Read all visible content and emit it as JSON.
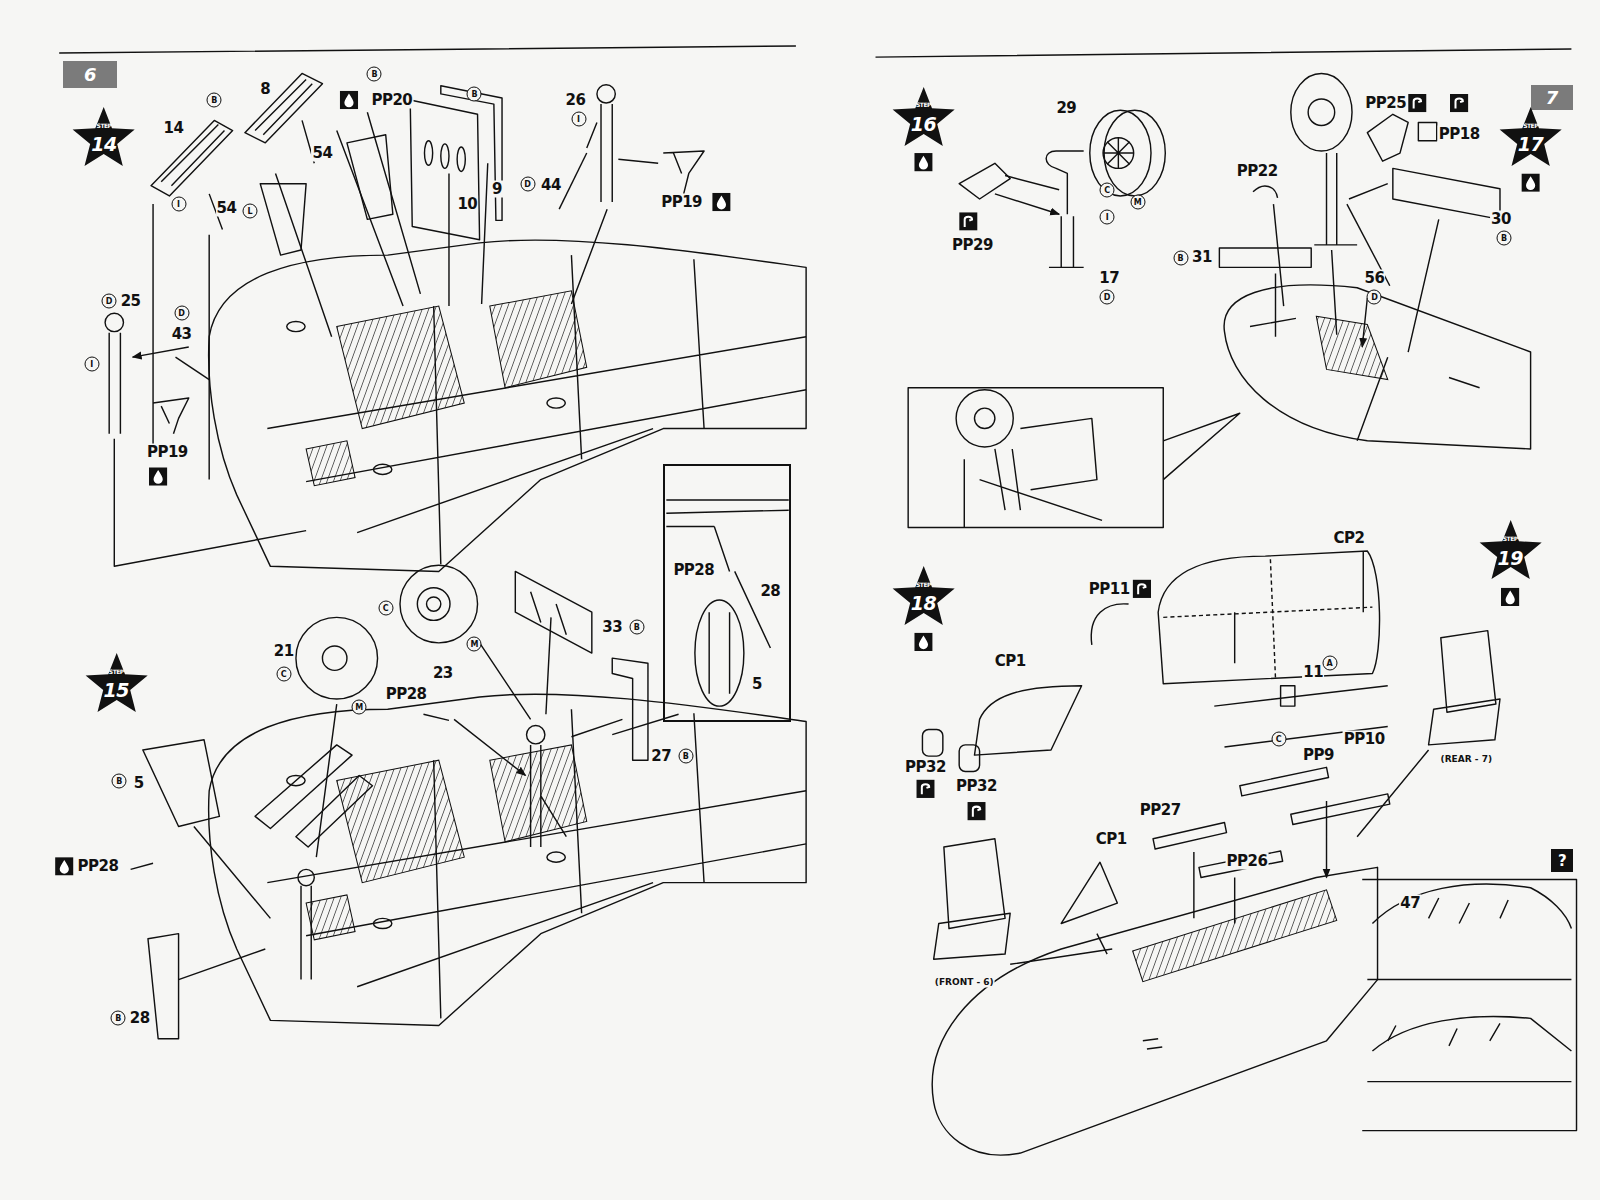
{
  "diagram": {
    "nodes": [
      {
        "text": [
          "6"
        ]
      },
      {
        "text": [
          "STEP",
          "14"
        ]
      },
      {
        "text": [
          "STEP",
          "15"
        ]
      },
      {
        "text": [
          "PP28",
          "28",
          "5"
        ]
      },
      {
        "text": [
          "7"
        ]
      },
      {
        "text": [
          "STEP",
          "16"
        ]
      },
      {
        "text": [
          "STEP",
          "17"
        ]
      },
      {
        "text": [
          "STEP",
          "18"
        ]
      },
      {
        "text": [
          "STEP",
          "19"
        ]
      },
      {
        "text": [
          "?"
        ]
      }
    ],
    "labels": [
      "B",
      "14",
      "8",
      "B",
      "PP20",
      "B",
      "54",
      "10",
      "9",
      "26",
      "I",
      "D",
      "44",
      "PP19",
      "I",
      "54",
      "L",
      "D",
      "25",
      "D",
      "43",
      "I",
      "PP19",
      "C",
      "23",
      "33",
      "B",
      "21",
      "C",
      "M",
      "M",
      "PP28",
      "B",
      "5",
      "PP28",
      "27",
      "B",
      "B",
      "28",
      "29",
      "C",
      "M",
      "I",
      "PP29",
      "17",
      "D",
      "PP25",
      "PP18",
      "PP22",
      "30",
      "B",
      "B",
      "31",
      "56",
      "D",
      "CP2",
      "PP11",
      "CP1",
      "11",
      "A",
      "C",
      "PP9",
      "PP10",
      "PP32",
      "PP32",
      "PP27",
      "CP1",
      "PP26",
      "(FRONT - 6)",
      "(REAR - 7)",
      "47"
    ]
  }
}
